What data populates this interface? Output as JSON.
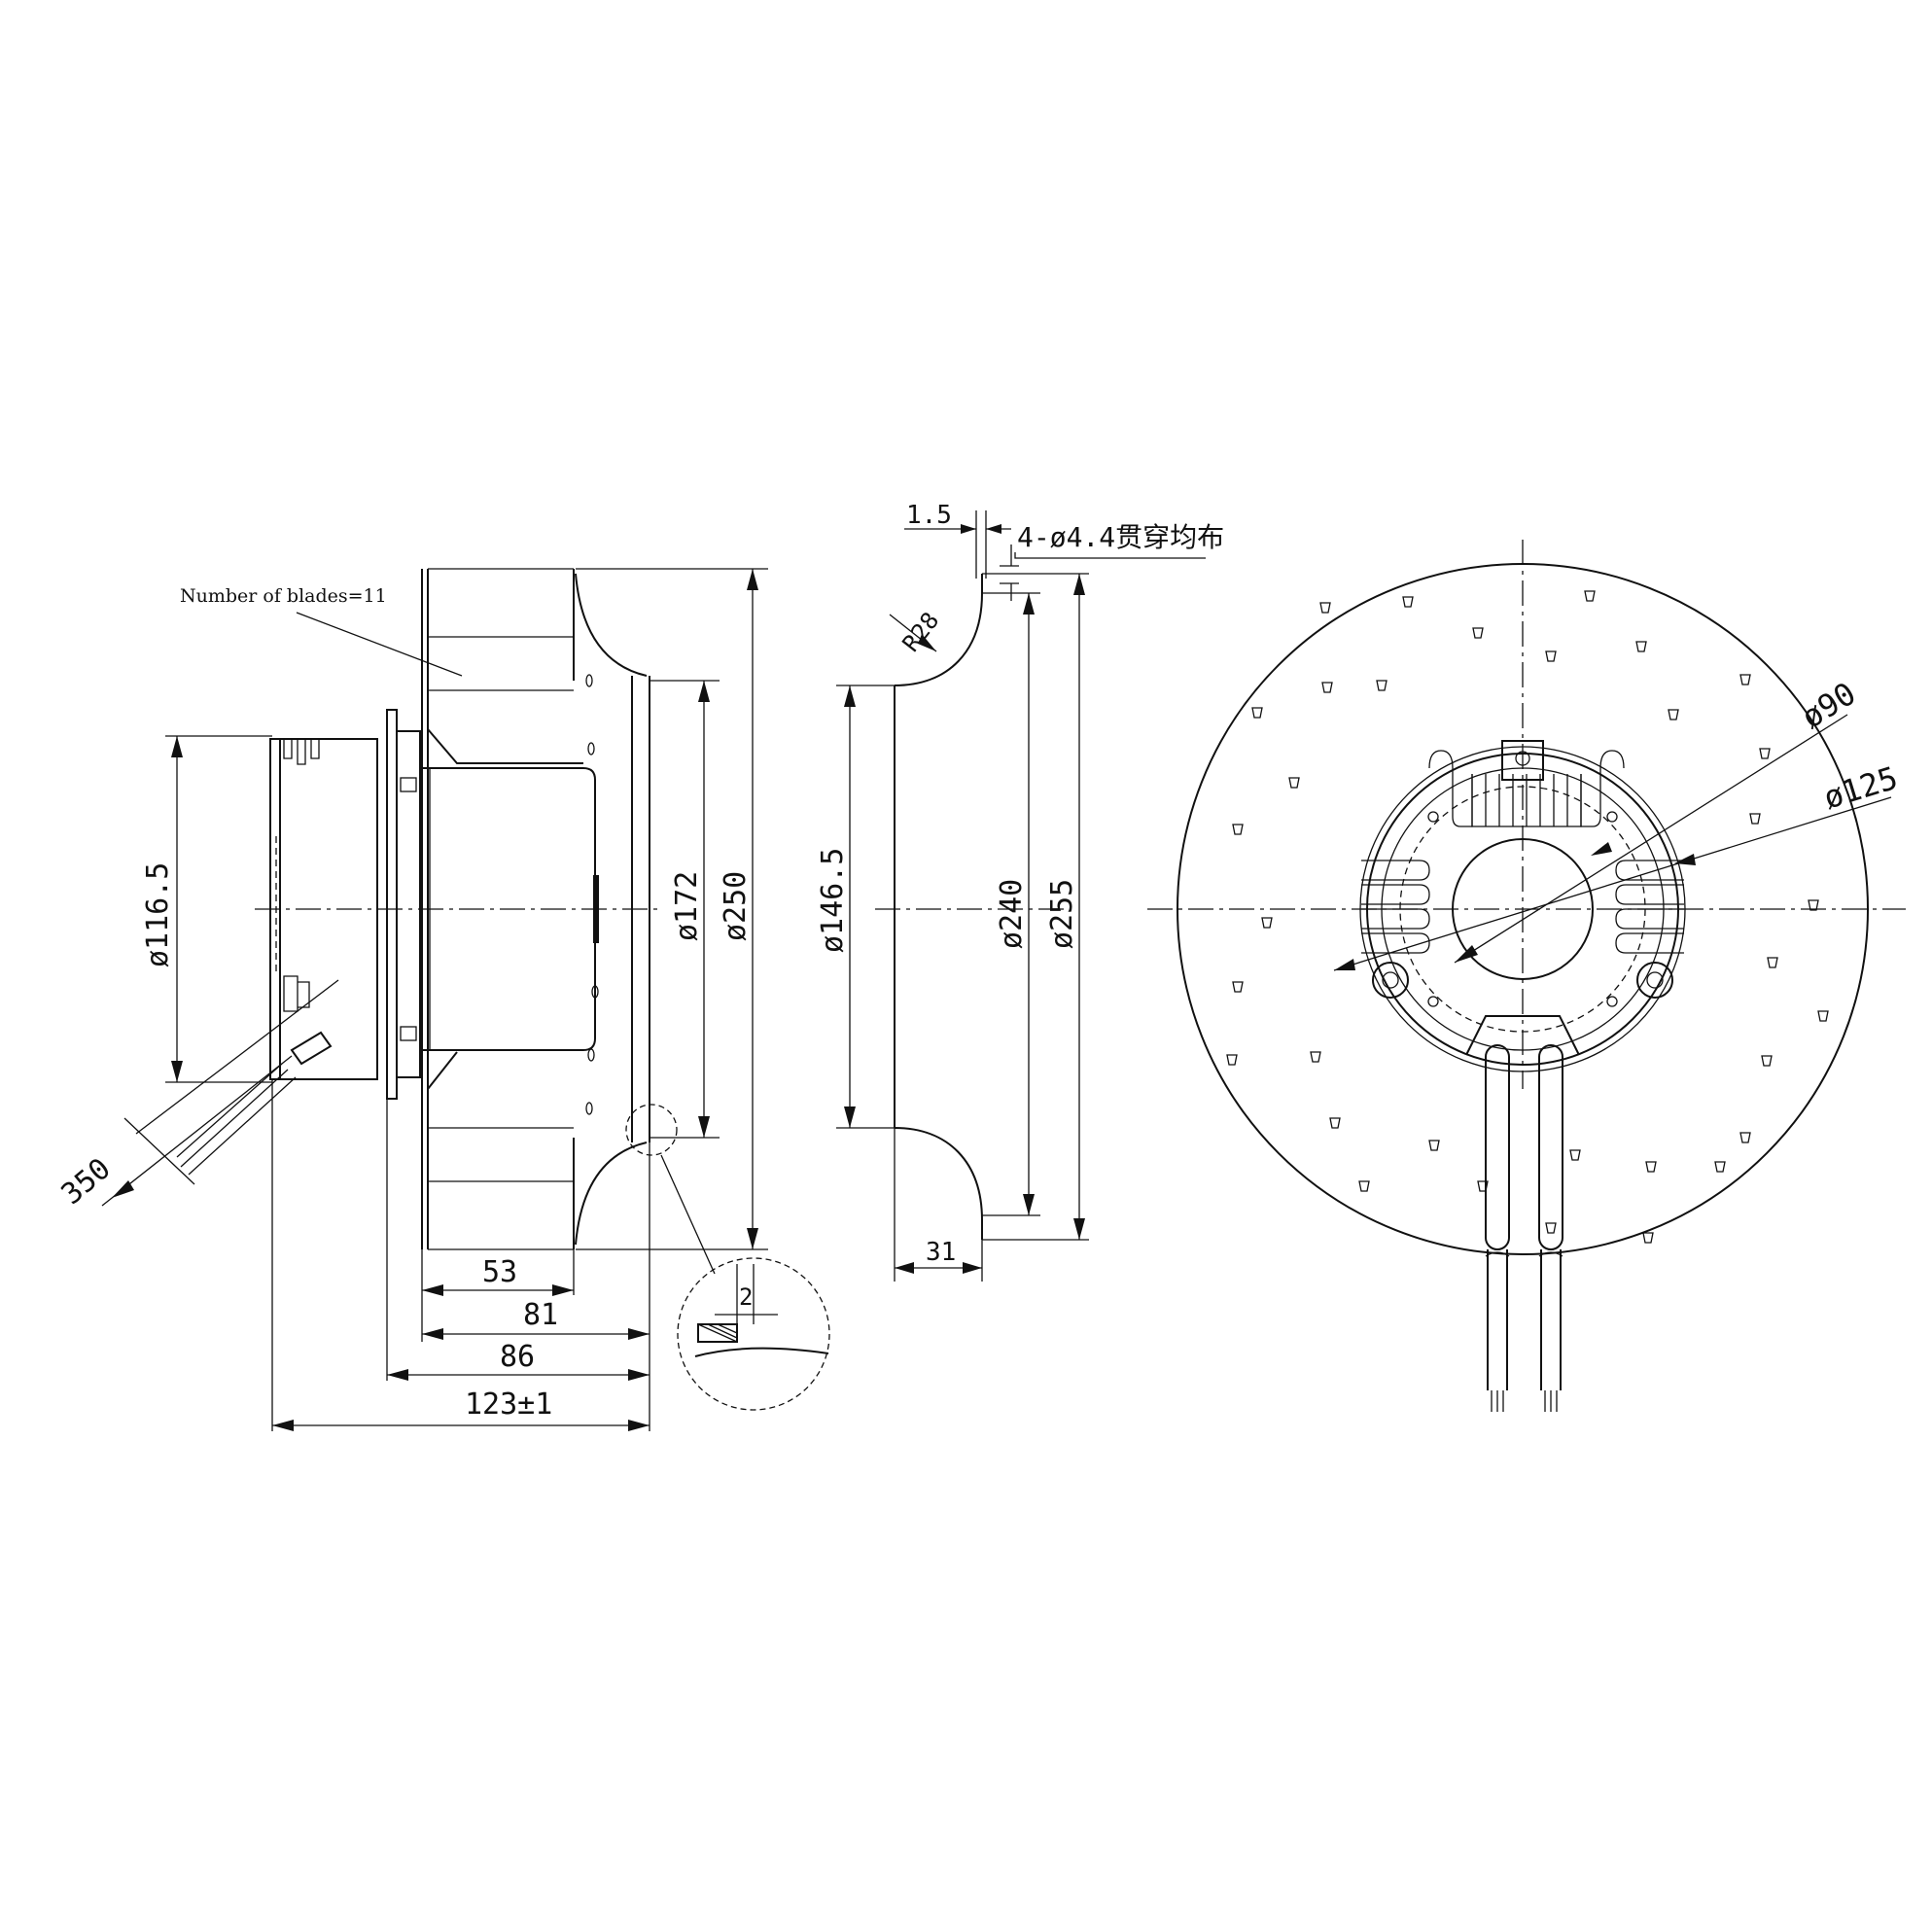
{
  "notes": {
    "blades": "Number of blades=11",
    "holes": "4-ø4.4贯穿均布"
  },
  "side_view": {
    "d_motor": "ø116.5",
    "d_inlet": "ø172",
    "d_outer": "ø250",
    "len_53": "53",
    "len_81": "81",
    "len_86": "86",
    "len_123": "123±1",
    "cable": "350"
  },
  "detail": {
    "gap": "2"
  },
  "inlet_ring": {
    "thickness": "1.5",
    "radius": "R28",
    "d_throat": "ø146.5",
    "d_holes": "ø240",
    "d_outer": "ø255",
    "depth": "31"
  },
  "front_view": {
    "d_90": "ø90",
    "d_125": "ø125"
  }
}
